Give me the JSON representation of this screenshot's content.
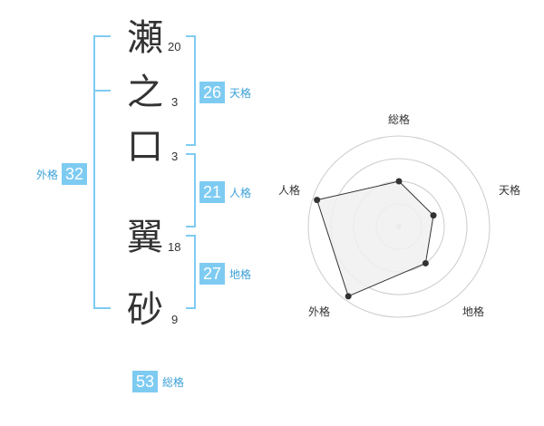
{
  "name": {
    "chars": [
      {
        "char": "瀬",
        "strokes": "20"
      },
      {
        "char": "之",
        "strokes": "3"
      },
      {
        "char": "口",
        "strokes": "3"
      },
      {
        "char": "翼",
        "strokes": "18"
      },
      {
        "char": "砂",
        "strokes": "9"
      }
    ]
  },
  "fortunes": {
    "tenkaku": {
      "value": "26",
      "label": "天格"
    },
    "jinkaku": {
      "value": "21",
      "label": "人格"
    },
    "chikaku": {
      "value": "27",
      "label": "地格"
    },
    "gaikaku": {
      "value": "32",
      "label": "外格"
    },
    "soukaku": {
      "value": "53",
      "label": "総格"
    }
  },
  "colors": {
    "accent": "#7ecbf2",
    "accent_text": "#3aa0d8",
    "bracket": "#7ecbf2",
    "ring": "#cccccc",
    "polygon_fill": "#f0f0f0",
    "polygon_stroke": "#333333"
  },
  "chart_data": {
    "type": "radar",
    "axes": [
      "総格",
      "天格",
      "地格",
      "外格",
      "人格"
    ],
    "values": [
      0.5,
      0.4,
      0.5,
      0.95,
      0.95
    ],
    "scale": [
      0,
      1
    ],
    "rings": 4
  }
}
